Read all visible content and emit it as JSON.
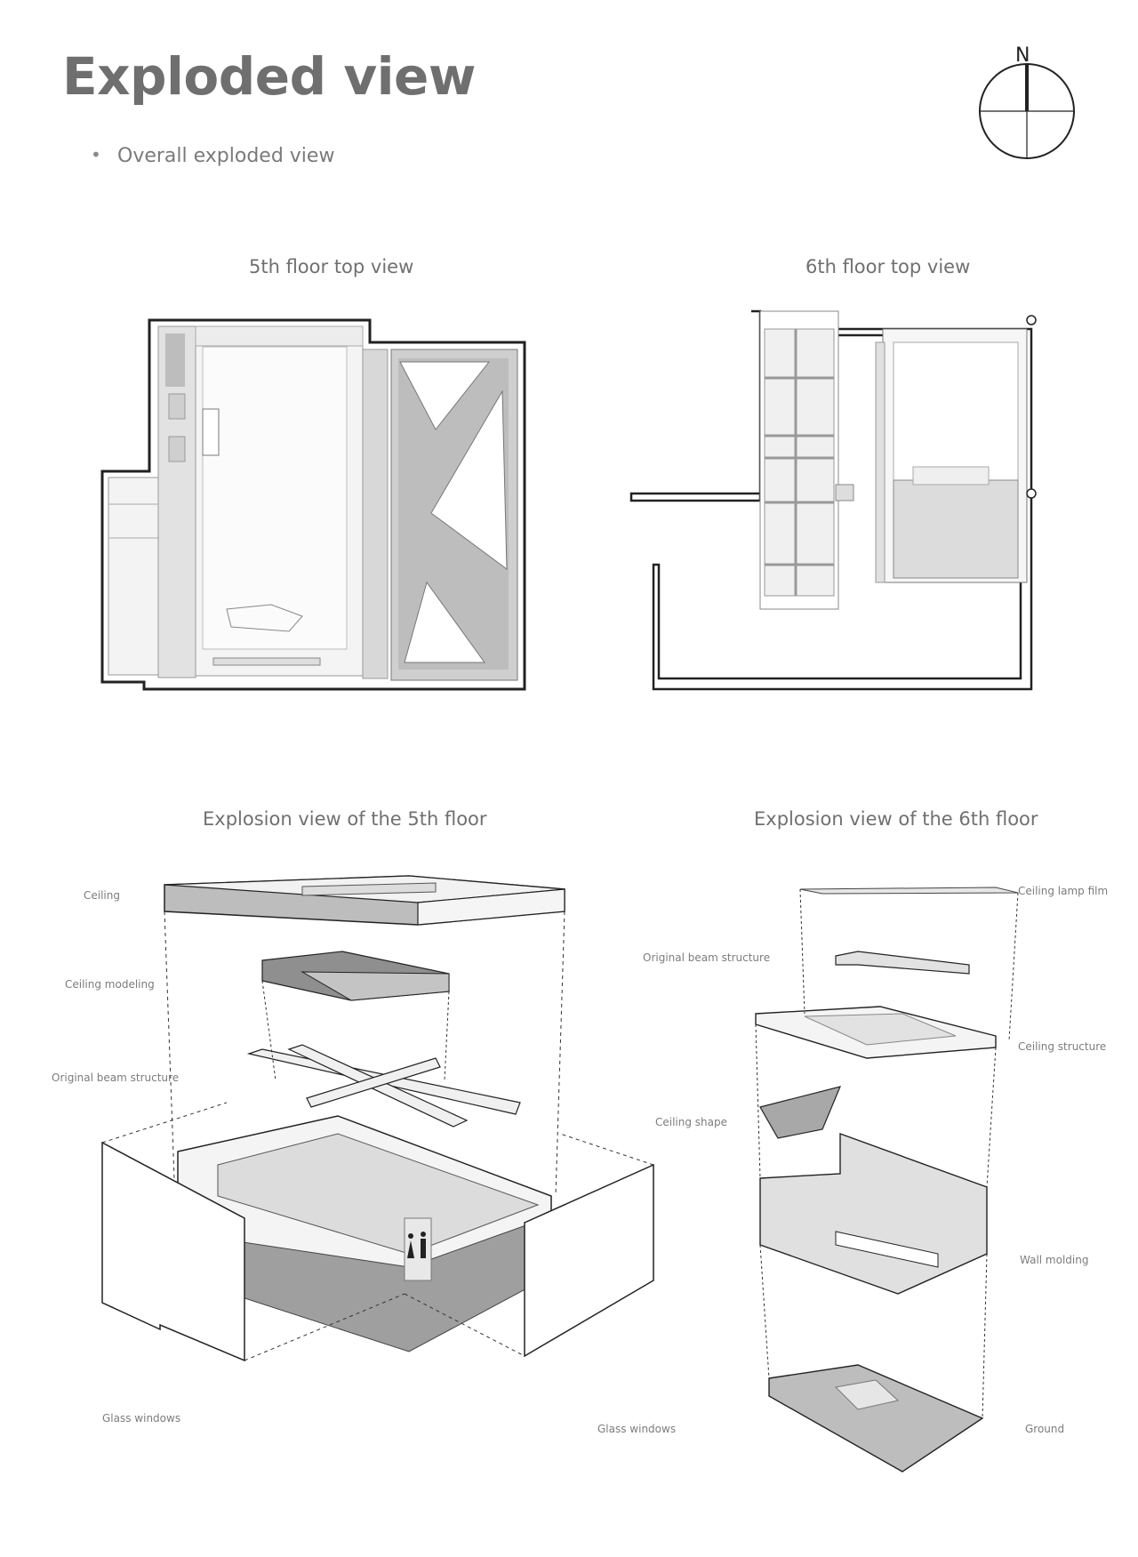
{
  "page": {
    "title": "Exploded view",
    "bullet": "Overall exploded view"
  },
  "compass": {
    "label": "N"
  },
  "sections": {
    "top_left_title": "5th floor top view",
    "top_right_title": "6th floor top view",
    "bottom_left_title": "Explosion view of the 5th floor",
    "bottom_right_title": "Explosion view of the 6th floor"
  },
  "labels_5th": {
    "ceiling": "Ceiling",
    "ceiling_modeling": "Ceiling modeling",
    "beam": "Original beam structure",
    "glass_left": "Glass windows",
    "glass_right": "Glass windows"
  },
  "labels_6th": {
    "lamp_film": "Ceiling lamp film",
    "beam": "Original beam structure",
    "ceiling_structure": "Ceiling structure",
    "ceiling_shape": "Ceiling shape",
    "wall_molding": "Wall molding",
    "ground": "Ground"
  },
  "colors": {
    "line": "#222222",
    "fill_light": "#f2f2f2",
    "fill_mid": "#d9d9d9",
    "fill_dark": "#a8a8a8"
  }
}
